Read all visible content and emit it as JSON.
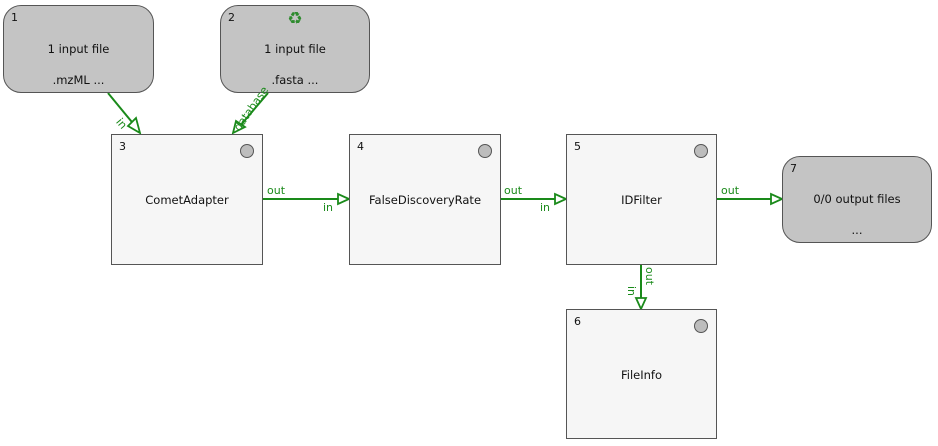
{
  "colors": {
    "edge": "#1a8a1a",
    "input_node": "#c4c4c4",
    "tool_node": "#f6f6f6",
    "border": "#555555"
  },
  "nodes": {
    "n1": {
      "id": "1",
      "line1": "1 input file",
      "line2": ".mzML ..."
    },
    "n2": {
      "id": "2",
      "icon": "recycle-icon",
      "line1": "1 input file",
      "line2": ".fasta ..."
    },
    "n3": {
      "id": "3",
      "name": "CometAdapter"
    },
    "n4": {
      "id": "4",
      "name": "FalseDiscoveryRate"
    },
    "n5": {
      "id": "5",
      "name": "IDFilter"
    },
    "n6": {
      "id": "6",
      "name": "FileInfo"
    },
    "n7": {
      "id": "7",
      "line1": "0/0 output files",
      "line2": "..."
    }
  },
  "edges": {
    "e1": {
      "in": "in"
    },
    "e2": {
      "in": "database"
    },
    "e3": {
      "out": "out",
      "in": "in"
    },
    "e4": {
      "out": "out",
      "in": "in"
    },
    "e5": {
      "out": "out"
    },
    "e6": {
      "out": "out",
      "in": "in"
    }
  }
}
